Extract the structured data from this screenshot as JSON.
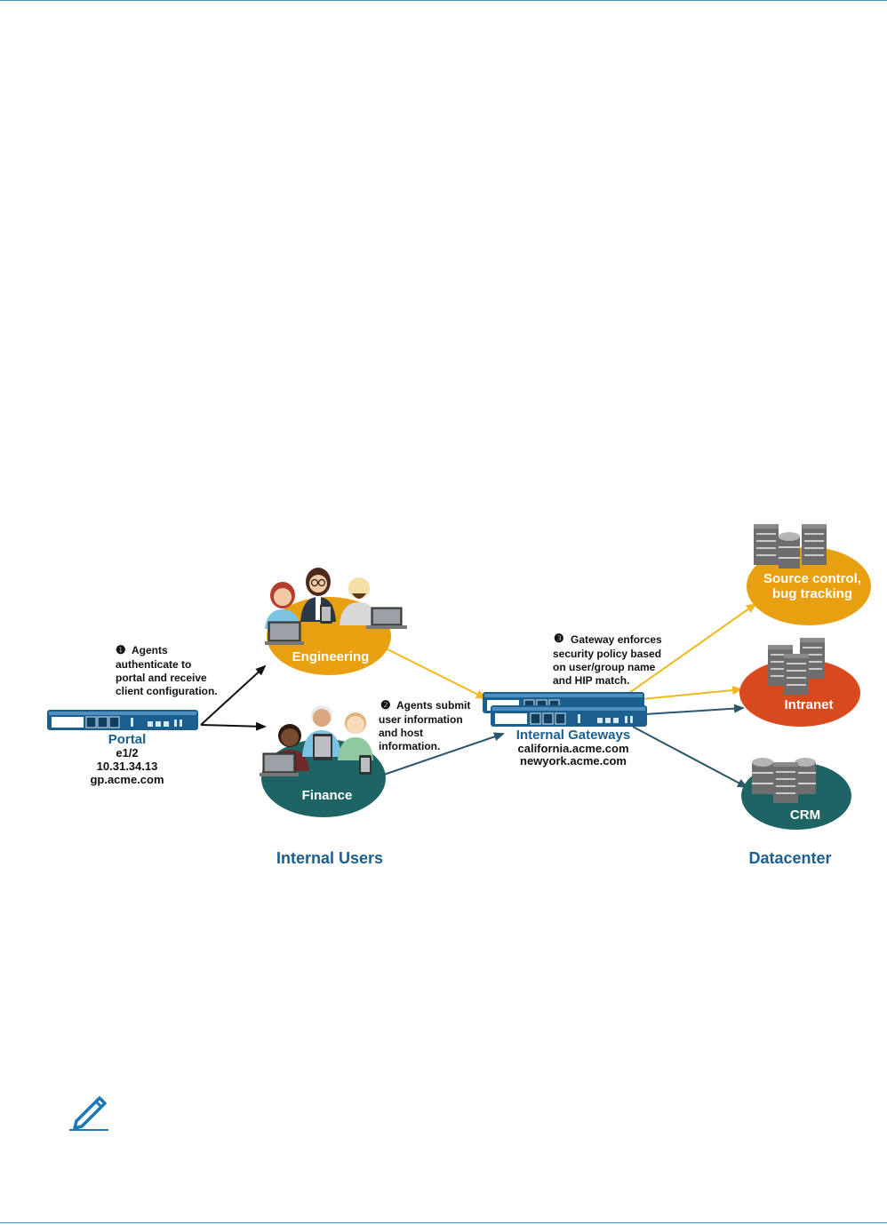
{
  "diagram": {
    "steps": [
      {
        "num": "❶",
        "lines": [
          "Agents",
          "authenticate to",
          "portal and receive",
          "client configuration."
        ]
      },
      {
        "num": "❷",
        "lines": [
          "Agents submit",
          "user information",
          "and host",
          "information."
        ]
      },
      {
        "num": "❸",
        "lines": [
          "Gateway enforces",
          "security policy based",
          "on user/group name",
          "and HIP match."
        ]
      }
    ],
    "portal": {
      "title": "Portal",
      "lines": [
        "e1/2",
        "10.31.34.13",
        "gp.acme.com"
      ]
    },
    "gateways": {
      "title": "Internal Gateways",
      "lines": [
        "california.acme.com",
        "newyork.acme.com"
      ]
    },
    "groups": {
      "engineering": "Engineering",
      "finance": "Finance"
    },
    "resources": {
      "source_control": [
        "Source control,",
        "bug tracking"
      ],
      "intranet": "Intranet",
      "crm": "CRM"
    },
    "section_labels": {
      "internal_users": "Internal Users",
      "datacenter": "Datacenter"
    }
  },
  "colors": {
    "accent_blue": "#1a5f8e",
    "orange": "#e8a010",
    "red": "#d84a1e",
    "teal": "#1e6464",
    "arrow_yellow": "#f0b820",
    "arrow_dark": "#2c566c"
  },
  "icons": [
    "pencil-note-icon"
  ]
}
